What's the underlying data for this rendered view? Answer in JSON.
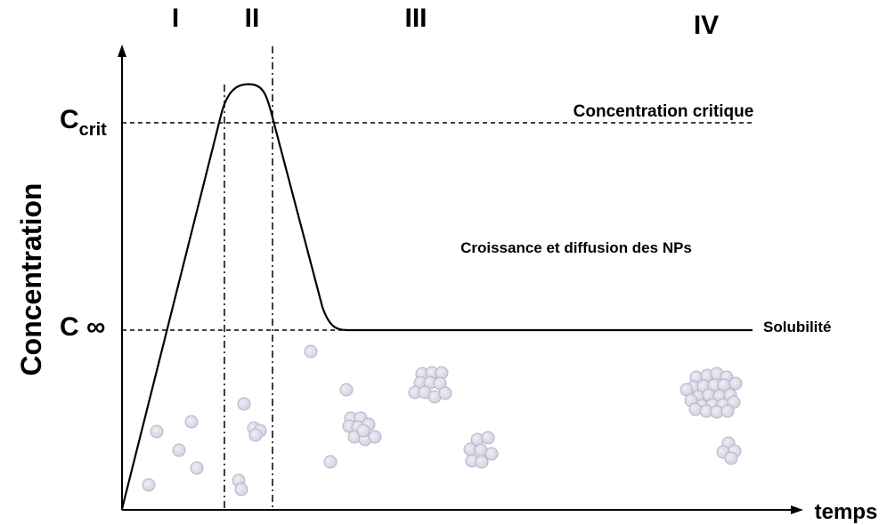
{
  "phases": [
    "I",
    "II",
    "III",
    "IV"
  ],
  "axes": {
    "y_label": "Concentration",
    "x_label": "temps"
  },
  "levels": {
    "c_crit_main": "C",
    "c_crit_sub": "crit",
    "c_inf": "C ∞"
  },
  "annotations": {
    "critical": "Concentration critique",
    "growth": "Croissance et diffusion des NPs",
    "solubility": "Solubilité"
  },
  "colors": {
    "particle_fill": "#dcdcea",
    "particle_stroke": "#b4b4c8",
    "line": "#000000"
  }
}
